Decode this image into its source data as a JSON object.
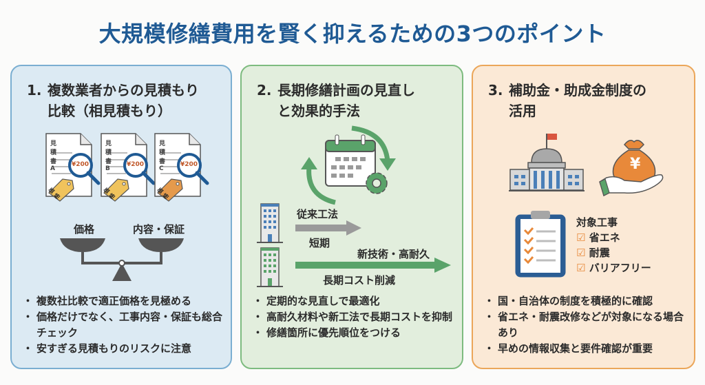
{
  "title": "大規模修繕費用を賢く抑えるための3つのポイント",
  "colors": {
    "title": "#1f5a94",
    "panel1": "#7aaed1",
    "panel2": "#7dbb7f",
    "panel3": "#eba659"
  },
  "panels": [
    {
      "number": "1.",
      "title_line1": "複数業者からの見積もり",
      "title_line2": "比較（相見積もり）",
      "estimates": [
        {
          "label": "見積書A",
          "price": "¥200",
          "tag": "価格"
        },
        {
          "label": "見積書B",
          "price": "¥200",
          "tag": "価格"
        },
        {
          "label": "見積書C",
          "price": "¥200",
          "tag": "価格"
        }
      ],
      "scale_left": "価格",
      "scale_right": "内容・保証",
      "bullets": [
        "複数社比較で適正価格を見極める",
        "価格だけでなく、工事内容・保証も総合チェック",
        "安すぎる見積もりのリスクに注意"
      ]
    },
    {
      "number": "2.",
      "title_line1": "長期修繕計画の見直し",
      "title_line2": "と効果的手法",
      "conventional_label": "従来工法",
      "conventional_sub": "短期",
      "new_label": "新技術・高耐久",
      "new_sub": "長期コスト削減",
      "bullets": [
        "定期的な見直しで最適化",
        "高耐久材料や新工法で長期コストを抑制",
        "修繕箇所に優先順位をつける"
      ]
    },
    {
      "number": "3.",
      "title_line1": "補助金・助成金制度の",
      "title_line2": "活用",
      "money_symbol": "¥",
      "target_title": "対象工事",
      "targets": [
        "省エネ",
        "耐震",
        "バリアフリー"
      ],
      "bullets": [
        "国・自治体の制度を積極的に確認",
        "省エネ・耐震改修などが対象になる場合あり",
        "早めの情報収集と要件確認が重要"
      ]
    }
  ]
}
